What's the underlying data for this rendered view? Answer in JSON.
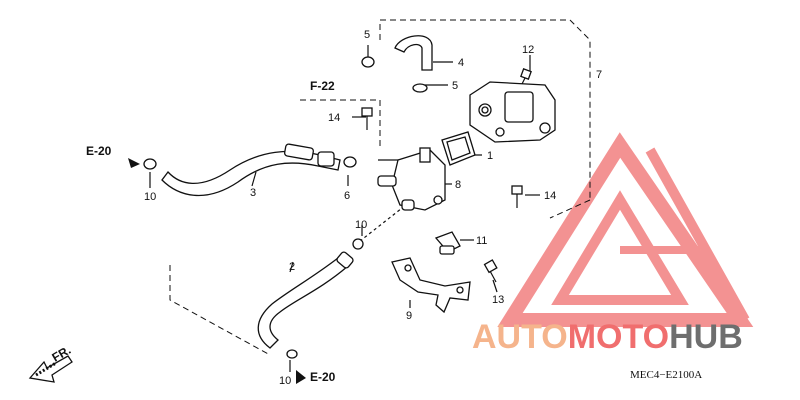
{
  "references": {
    "e20_top": "E-20",
    "f22": "F-22",
    "e20_bottom": "E-20",
    "front_arrow": "FR."
  },
  "callouts": {
    "n1": "1",
    "n2": "2",
    "n3": "3",
    "n4": "4",
    "n5a": "5",
    "n5b": "5",
    "n6": "6",
    "n7": "7",
    "n8": "8",
    "n9": "9",
    "n10a": "10",
    "n10b": "10",
    "n10c": "10",
    "n11": "11",
    "n12": "12",
    "n13": "13",
    "n14a": "14",
    "n14b": "14"
  },
  "diagram_code": "MEC4−E2100A",
  "watermark": {
    "part1": "AUTO",
    "part2": "MOTO",
    "part3": "HUB",
    "color_light": "#f5b48c",
    "color_red": "#f06e6e",
    "color_grey": "#6e6e6e"
  }
}
